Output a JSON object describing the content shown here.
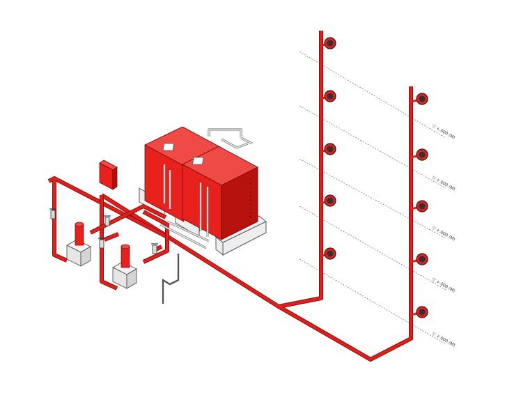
{
  "colors": {
    "pipe": "#e0201c",
    "pipe_edge": "#8c0c0a",
    "tank": "#e8211d",
    "tank_dark": "#b8120f",
    "outline": "#444444",
    "base": "#eeeeee",
    "dashed": "#777777"
  },
  "icons": {
    "hose_reel": "hose-reel-icon",
    "level_marker": "level-marker-icon",
    "pump": "pump-icon",
    "tank": "tank-icon",
    "cabinet": "control-panel-icon"
  },
  "levels": [
    {
      "label": "▽ +.000 (M)"
    },
    {
      "label": "▽ +.000 (M)"
    },
    {
      "label": "▽ +.000 (M)"
    },
    {
      "label": "▽ +.000 (M)"
    },
    {
      "label": "▽ +.000 (M)"
    }
  ],
  "left_riser_reels": 5,
  "right_riser_reels": 5,
  "pump_sets": 2,
  "tanks": 2
}
